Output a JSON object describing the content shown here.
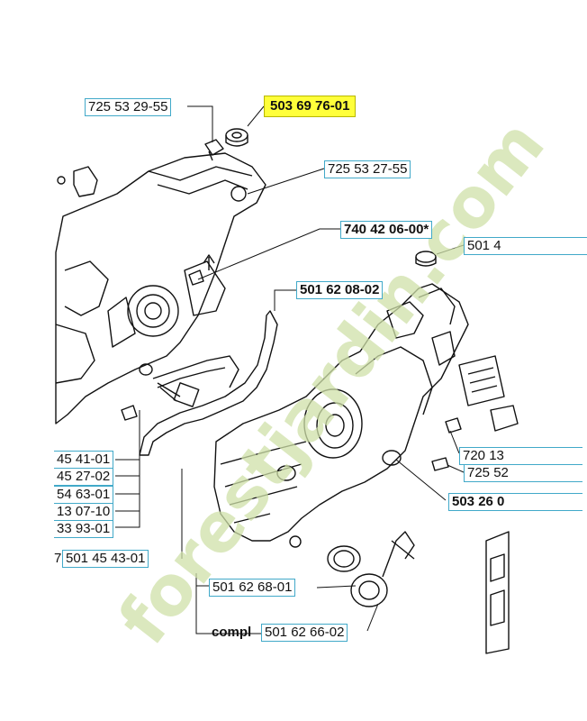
{
  "labels": {
    "p1": "725 53 29-55",
    "p2": "503 69 76-01",
    "p3": "725 53 27-55",
    "p4": "740 42 06-00*",
    "p5": "501 4",
    "p6": "501 62 08-02",
    "p7": "45 41-01",
    "p8": "45 27-02",
    "p9": "54 63-01",
    "p10": "13 07-10",
    "p11": "33 93-01",
    "p12": "501 45 43-01",
    "p13": "720 13",
    "p14": "725 52",
    "p15": "503 26 0",
    "p16": "501 62 68-01",
    "p17_prefix": "compl",
    "p17": "501 62 66-02",
    "p12_prefix": "7"
  },
  "watermark": "forestjardin.com",
  "colors": {
    "highlight": "#ffff3a",
    "label_border": "#41a9c9",
    "watermark": "#cfe0a8"
  }
}
